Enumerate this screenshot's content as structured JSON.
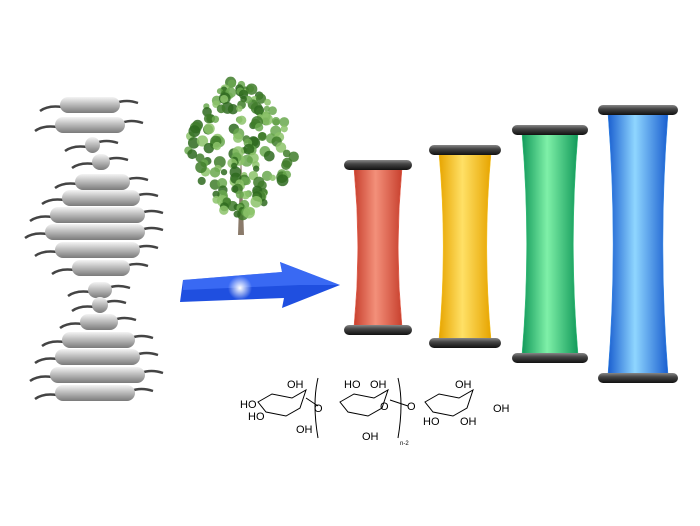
{
  "figure": {
    "pillar_colors": [
      "#e8604c",
      "#f7c21e",
      "#33c27a",
      "#2f86e8"
    ],
    "arrow_color": "#1f4fe0",
    "cellobiose_structure": {
      "labels": {
        "oh": "OH",
        "ho": "HO",
        "ring_o": "O",
        "repeat_index": "n-2"
      }
    }
  }
}
